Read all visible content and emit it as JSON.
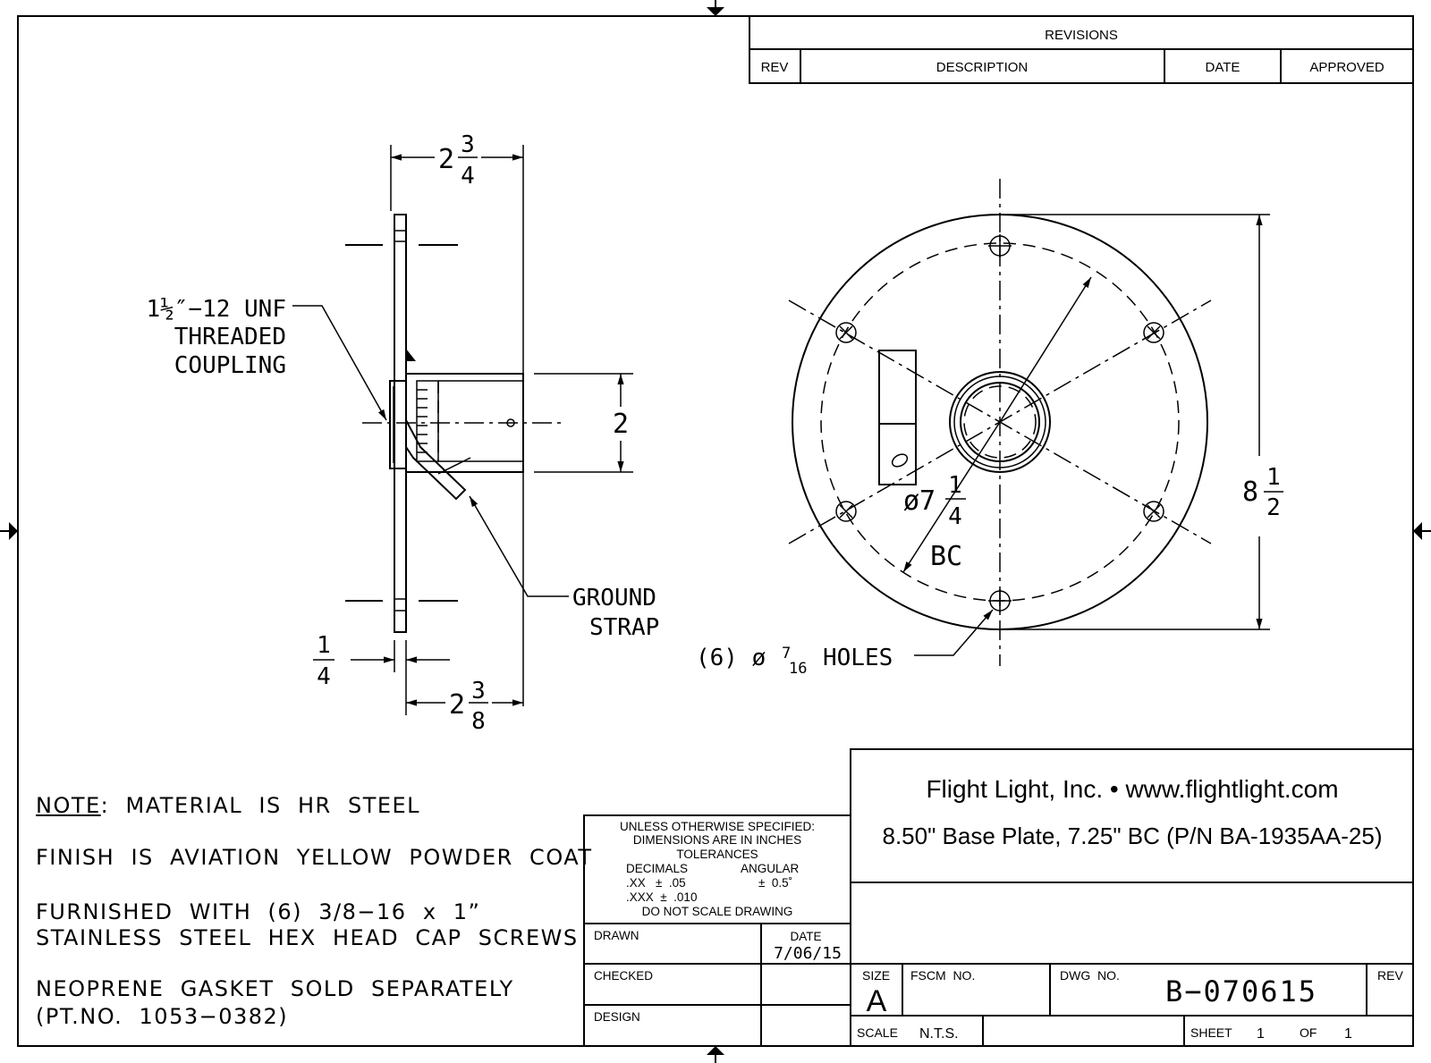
{
  "revisions": {
    "title": "REVISIONS",
    "col_rev": "REV",
    "col_description": "DESCRIPTION",
    "col_date": "DATE",
    "col_approved": "APPROVED"
  },
  "side_view": {
    "dim_overall": {
      "whole": "2",
      "num": "3",
      "den": "4"
    },
    "dim_height": "2",
    "dim_plate": {
      "num": "1",
      "den": "4"
    },
    "dim_depth": {
      "whole": "2",
      "num": "3",
      "den": "8"
    },
    "callout_coupling": [
      "1½″−12 UNF",
      "THREADED",
      "COUPLING"
    ],
    "callout_strap": [
      "GROUND",
      "STRAP"
    ]
  },
  "top_view": {
    "dim_bc": {
      "prefix": "ø7",
      "num": "1",
      "den": "4",
      "suffix": "BC"
    },
    "dim_od": {
      "whole": "8",
      "num": "1",
      "den": "2"
    },
    "callout_holes": {
      "prefix": "(6) ø",
      "num": "7",
      "den": "16",
      "suffix": "HOLES"
    }
  },
  "notes": {
    "note_label": "NOTE",
    "note_text": ":  MATERIAL  IS  HR  STEEL",
    "finish": "FINISH  IS  AVIATION  YELLOW  POWDER  COAT",
    "furnished_1": "FURNISHED  WITH  (6)  3/8−16  x  1”",
    "furnished_2": "STAINLESS  STEEL  HEX  HEAD  CAP  SCREWS",
    "gasket_1": "NEOPRENE  GASKET  SOLD  SEPARATELY",
    "gasket_2": "(PT.NO.  1053−0382)"
  },
  "tolerance_block": {
    "line1": "UNLESS  OTHERWISE  SPECIFIED:",
    "line2": "DIMENSIONS  ARE  IN  INCHES",
    "line3": "TOLERANCES",
    "decimals": "DECIMALS",
    "angular": "ANGULAR",
    "xx": ".XX   ±  .05",
    "xx_ang": "±  0.5˚",
    "xxx": ".XXX  ±  .010",
    "no_scale": "DO  NOT  SCALE  DRAWING",
    "drawn": "DRAWN",
    "date_label": "DATE",
    "date_value": "7/06/15",
    "checked": "CHECKED",
    "design": "DESIGN"
  },
  "title_block": {
    "company": "Flight Light, Inc. • www.flightlight.com",
    "title": "8.50\" Base Plate, 7.25\" BC (P/N BA-1935AA-25)",
    "size_label": "SIZE",
    "size_value": "A",
    "fscm_label": "FSCM  NO.",
    "dwg_label": "DWG  NO.",
    "dwg_value": "B−070615",
    "rev_label": "REV",
    "scale_label": "SCALE",
    "scale_value": "N.T.S.",
    "sheet_label": "SHEET",
    "sheet_value": "1",
    "of_label": "OF",
    "of_value": "1"
  }
}
